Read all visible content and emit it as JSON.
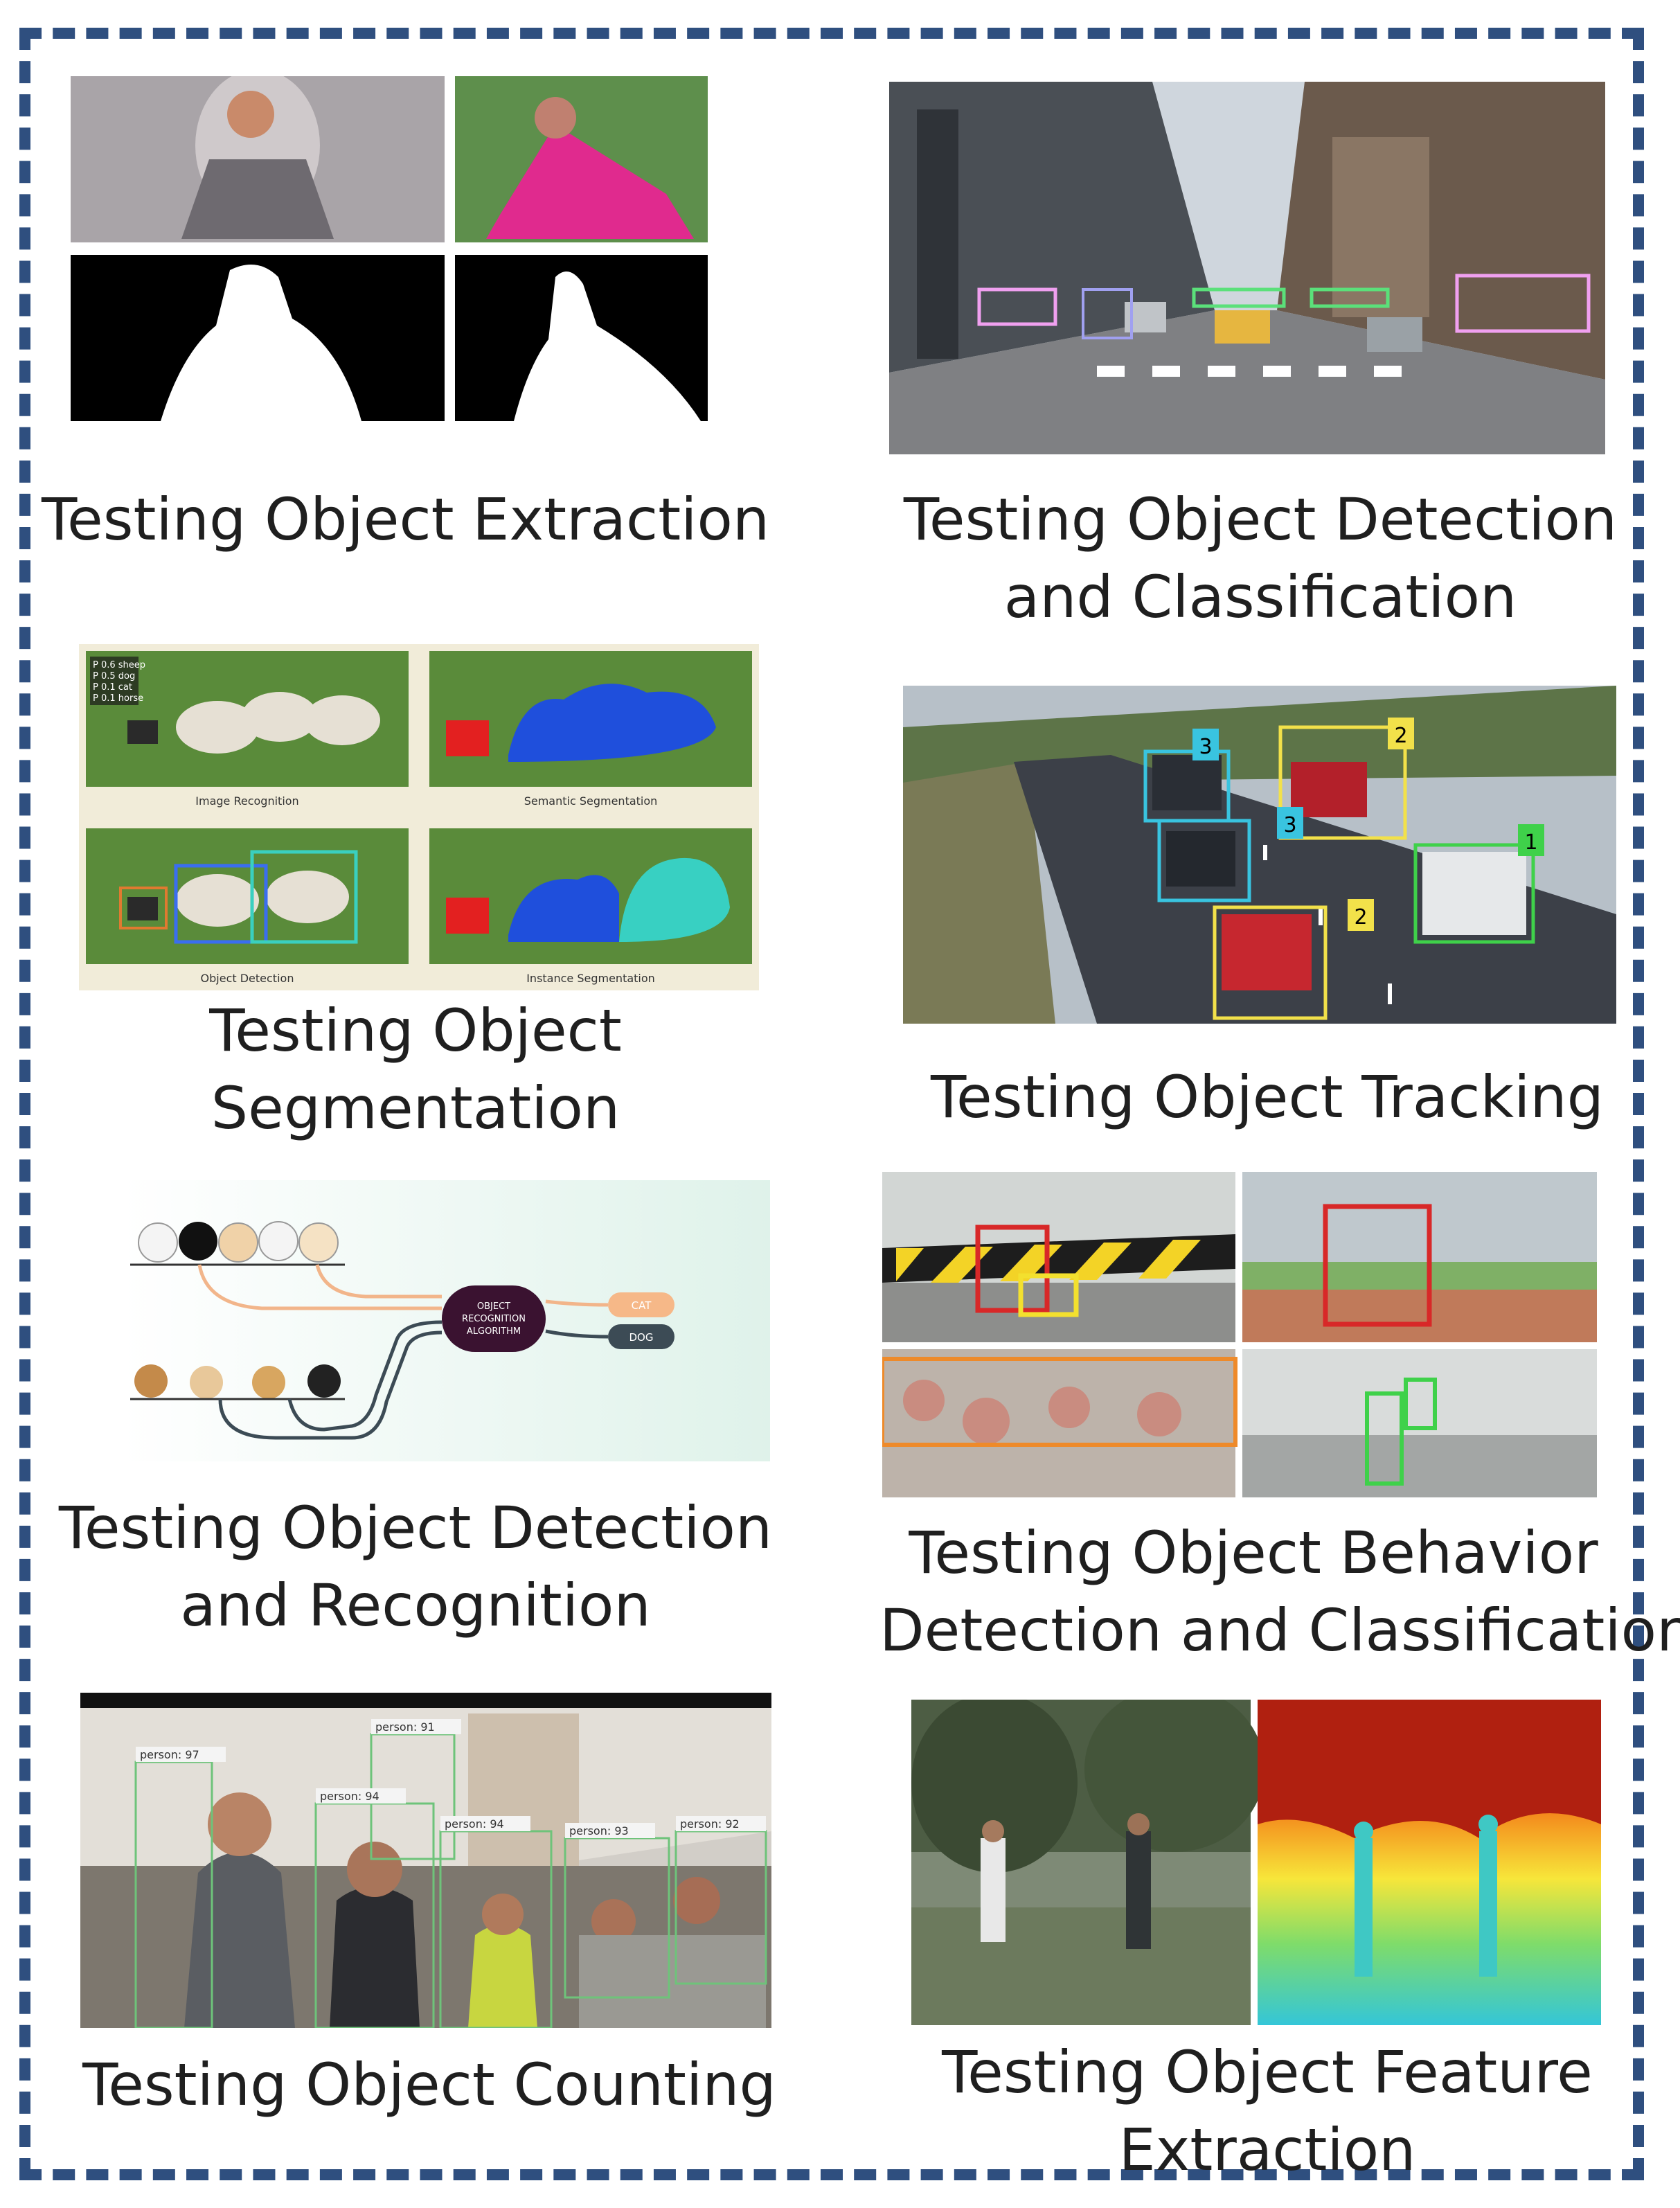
{
  "captions": {
    "extraction": "Testing Object Extraction",
    "detection_classification": [
      "Testing Object Detection",
      "and Classification"
    ],
    "segmentation": [
      "Testing Object",
      "Segmentation"
    ],
    "tracking": "Testing Object Tracking",
    "detection_recognition": [
      "Testing Object Detection",
      "and Recognition"
    ],
    "behavior": [
      "Testing Object Behavior",
      "Detection and Classification"
    ],
    "counting": "Testing Object Counting",
    "feature": [
      "Testing Object Feature",
      "Extraction"
    ]
  },
  "segmentation_panel": {
    "labels": [
      "Image Recognition",
      "Semantic Segmentation",
      "Object Detection",
      "Instance Segmentation"
    ],
    "legend": [
      "P 0.6 sheep",
      "P 0.5 dog",
      "P 0.1 cat",
      "P 0.1 horse"
    ]
  },
  "tracking_panel": {
    "ids": [
      "3",
      "2",
      "3",
      "1",
      "2"
    ]
  },
  "recognition_panel": {
    "algorithm_label": [
      "OBJECT",
      "RECOGNITION",
      "ALGORITHM"
    ],
    "outputs": [
      "CAT",
      "DOG"
    ]
  },
  "counting_panel": {
    "boxes": [
      "person: 97",
      "person: 91",
      "person: 94",
      "person: 94",
      "person: 93",
      "person: 92"
    ]
  },
  "colors": {
    "frame": "#2f4f7f",
    "tracking_box_blue": "#39c4e0",
    "tracking_box_yellow": "#f2e14a",
    "tracking_box_green": "#3fd14a"
  }
}
